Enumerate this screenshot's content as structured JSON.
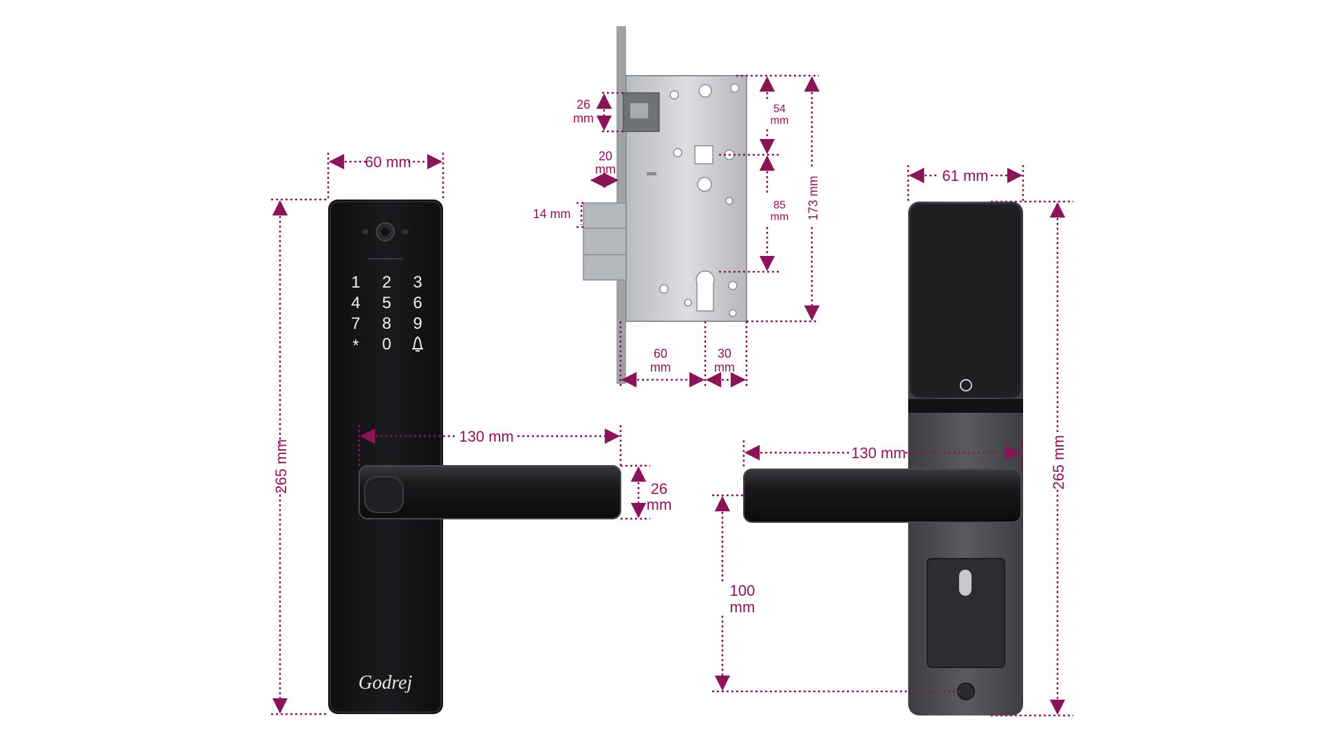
{
  "colors": {
    "dimension": "#8a1455",
    "front_panel": "#141416",
    "back_panel": "#4a4b4f",
    "mortise": "#c9ccd0",
    "key_text": "#f2f2f2"
  },
  "front_lock": {
    "width": "60 mm",
    "height": "265 mm",
    "handle_length": "130 mm",
    "handle_height": [
      "26",
      "mm"
    ],
    "keypad_keys": [
      "1",
      "2",
      "3",
      "4",
      "5",
      "6",
      "7",
      "8",
      "9",
      "*",
      "0",
      "bell-icon"
    ],
    "brand": "Godrej"
  },
  "mortise": {
    "bolt_height": [
      "26",
      "mm"
    ],
    "latch_offset": [
      "20",
      "mm"
    ],
    "deadbolt_projection": "14 mm",
    "top_to_spindle": [
      "54",
      "mm"
    ],
    "spindle_to_cylinder": [
      "85",
      "mm"
    ],
    "total_height": "173 mm",
    "backset": [
      "60",
      "mm"
    ],
    "cylinder_offset": [
      "30",
      "mm"
    ]
  },
  "back_lock": {
    "width": "61 mm",
    "height": "265 mm",
    "handle_length": "130 mm",
    "handle_to_bottom": [
      "100",
      "mm"
    ]
  }
}
